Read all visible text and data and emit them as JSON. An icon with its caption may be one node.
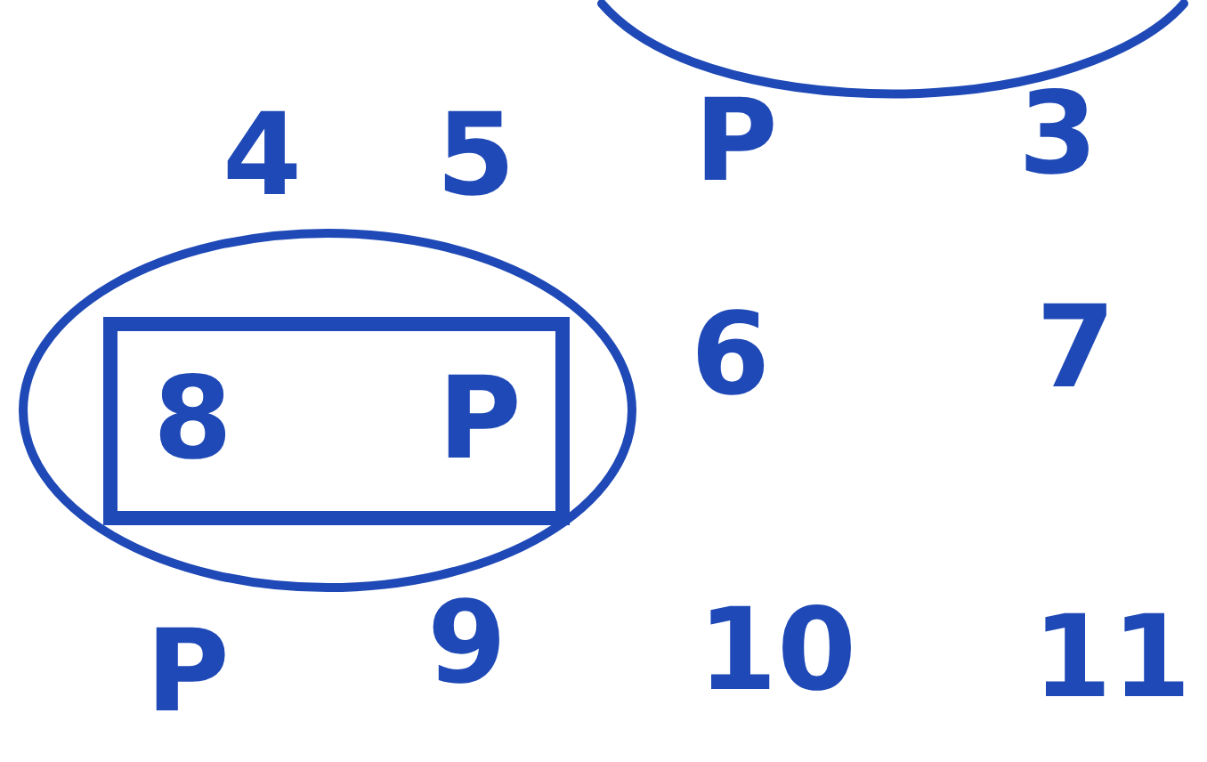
{
  "diagram": {
    "nodes": [
      {
        "text": [],
        "shape": "ellipse"
      },
      {
        "text": [
          "8",
          "P"
        ],
        "in": 0
      }
    ],
    "labels": [
      "4",
      "5",
      "P",
      "3",
      "6",
      "7",
      "P",
      "9",
      "10",
      "11"
    ]
  }
}
